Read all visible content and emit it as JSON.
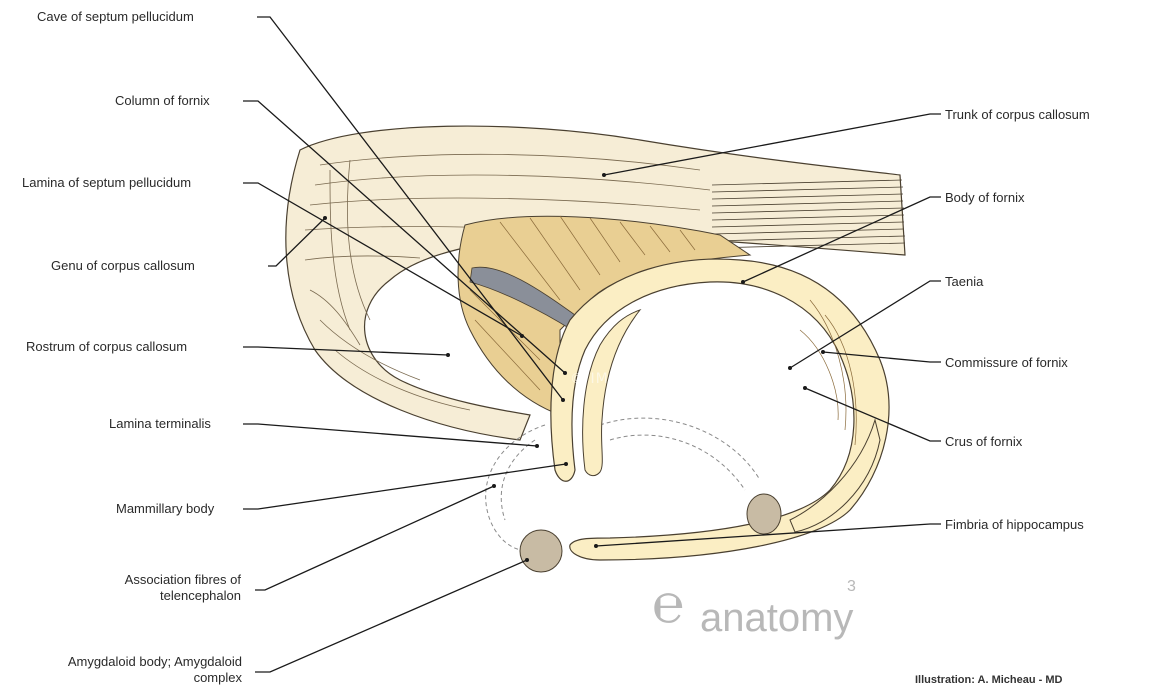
{
  "labels": {
    "cave_septum": "Cave of septum pellucidum",
    "column_fornix": "Column of fornix",
    "lamina_septum": "Lamina of septum pellucidum",
    "genu": "Genu of corpus callosum",
    "rostrum": "Rostrum of corpus callosum",
    "lamina_terminalis": "Lamina terminalis",
    "mammillary": "Mammillary body",
    "association_1": "Association fibres of",
    "association_2": "telencephalon",
    "amygdaloid_1": "Amygdaloid body; Amygdaloid",
    "amygdaloid_2": "complex",
    "trunk": "Trunk of corpus callosum",
    "body_fornix": "Body of fornix",
    "taenia": "Taenia",
    "commissure": "Commissure of fornix",
    "crus": "Crus of fornix",
    "fimbria": "Fimbria of hippocampus"
  },
  "logo": {
    "glyph": "℮",
    "text": "anatomy",
    "sup": "3"
  },
  "watermark": "© IMAIOS",
  "credit": "Illustration: A. Micheau - MD",
  "colors": {
    "callosum_fill": "#f6edd6",
    "fornix_fill": "#fbeec4",
    "septum_fill": "#e9cf93",
    "dark_gray": "#8a8f99",
    "amygdala_fill": "#c8bba4",
    "outline": "#4a4030",
    "leader": "#1a1a1a"
  }
}
